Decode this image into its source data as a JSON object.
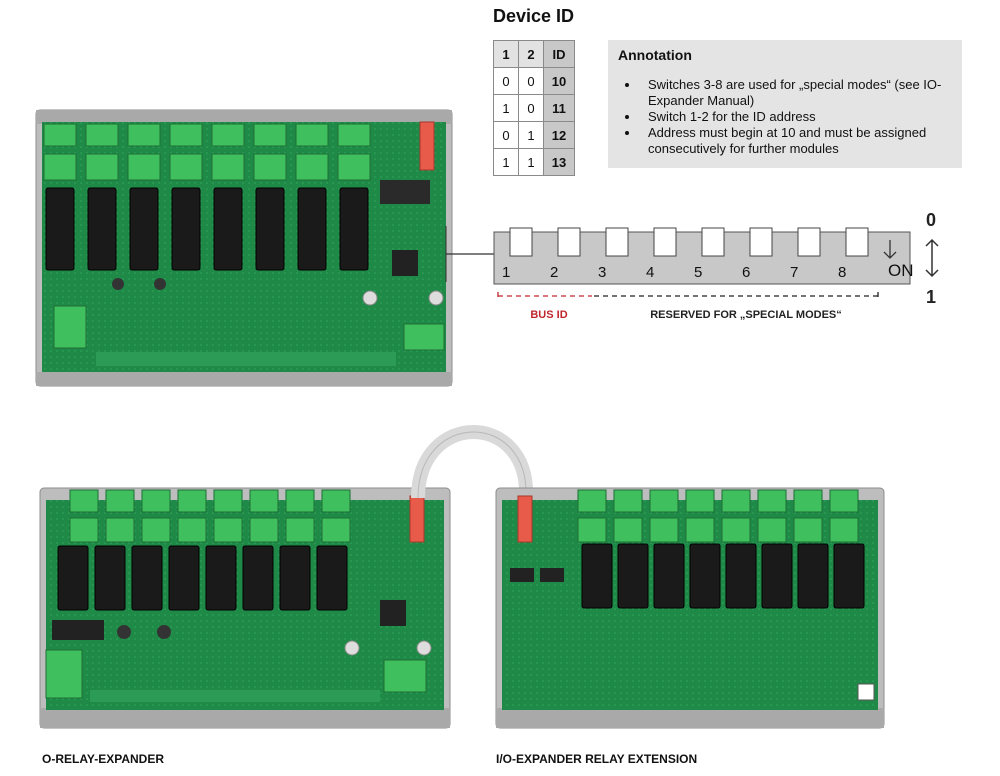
{
  "device_id_title": "Device ID",
  "id_table": {
    "headers": [
      "1",
      "2",
      "ID"
    ],
    "rows": [
      [
        "0",
        "0",
        "10"
      ],
      [
        "1",
        "0",
        "11"
      ],
      [
        "0",
        "1",
        "12"
      ],
      [
        "1",
        "1",
        "13"
      ]
    ]
  },
  "annotation": {
    "title": "Annotation",
    "items": [
      "Switches 3-8 are used for „special modes“ (see IO-Expander Manual)",
      "Switch 1-2 for the ID address",
      "Address must begin at 10 and must be assigned consecutively for further modules"
    ]
  },
  "dip_switch": {
    "labels": [
      "1",
      "2",
      "3",
      "4",
      "5",
      "6",
      "7",
      "8"
    ],
    "on_label": "ON",
    "state_top": "0",
    "state_bottom": "1",
    "bus_id_label": "BUS ID",
    "reserved_label": "RESERVED FOR „SPECIAL MODES“"
  },
  "colors": {
    "bus_id": "#c0262d",
    "pcb": "#1f8a47",
    "terminal": "#3fbf5e",
    "relay": "#1a1a1a",
    "switch_body": "#c8c8c8",
    "annotation_bg": "#e4e4e4",
    "ribbon_connector": "#e85a4a"
  },
  "captions": {
    "left_board": "O-RELAY-EXPANDER",
    "right_board": "I/O-EXPANDER RELAY EXTENSION"
  }
}
